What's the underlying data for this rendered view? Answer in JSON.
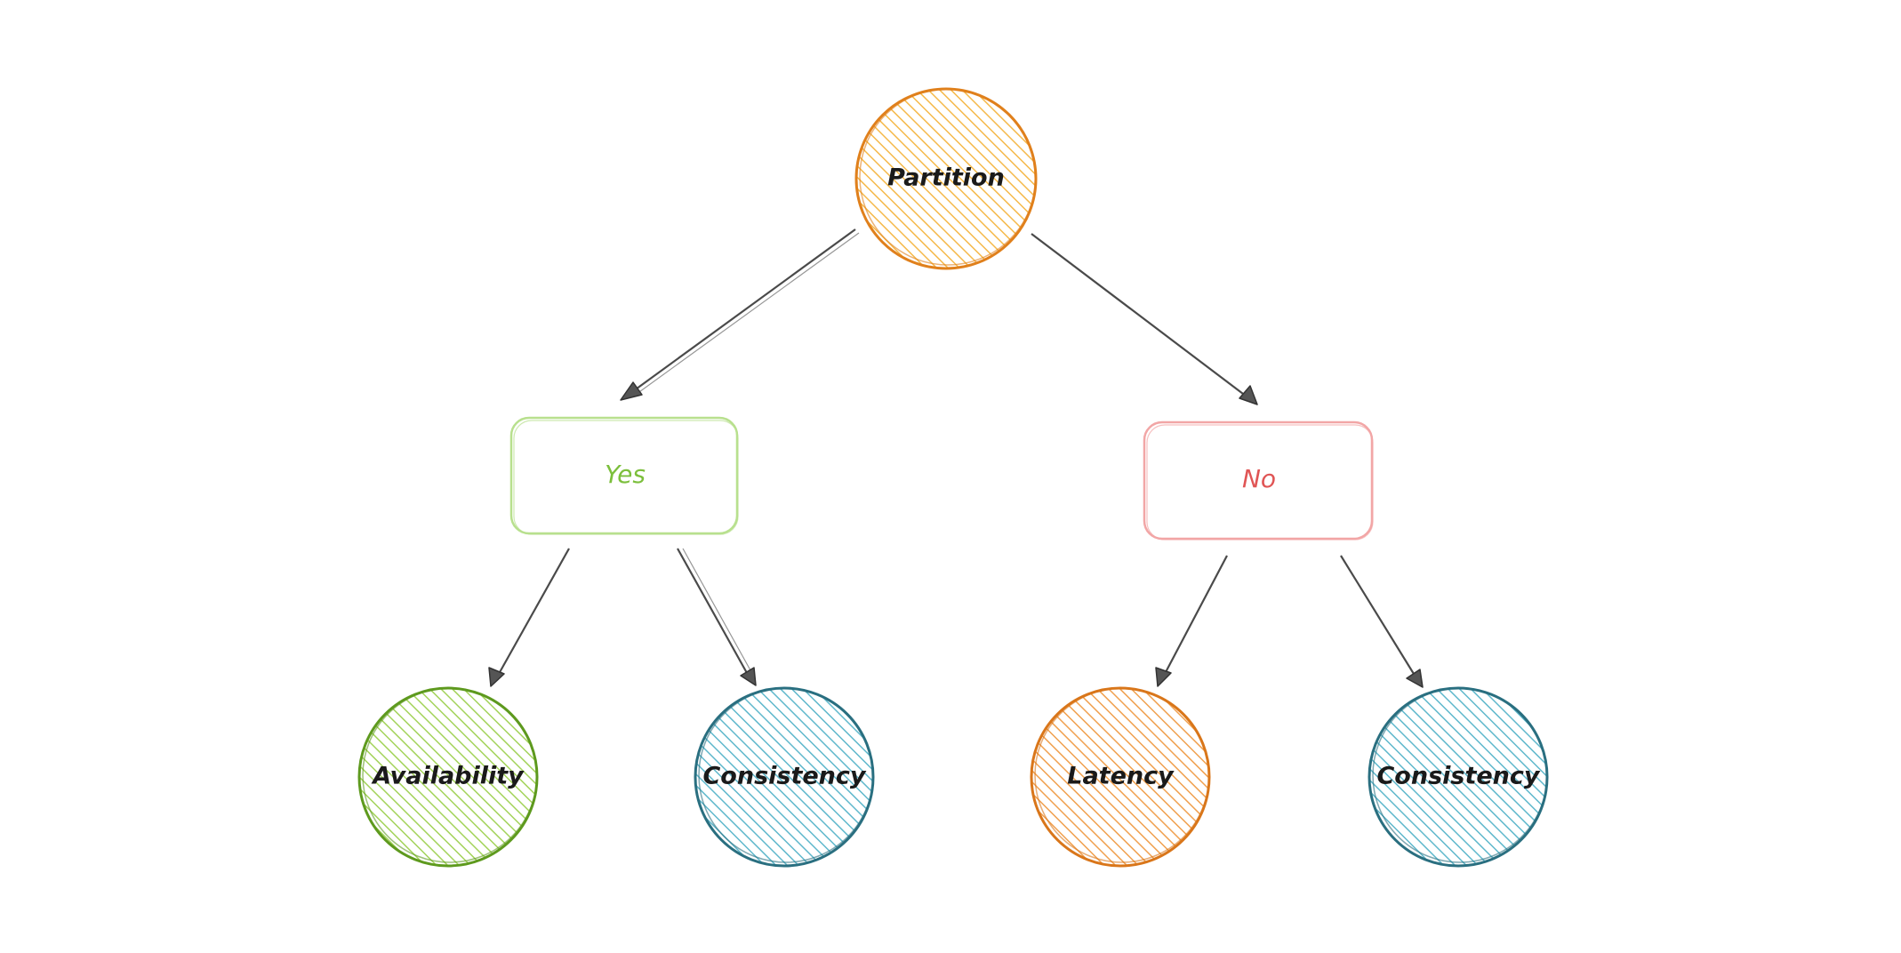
{
  "diagram": {
    "root": {
      "label": "Partition",
      "fill_color": "#f5b94a",
      "stroke_color": "#e0801c"
    },
    "branches": [
      {
        "label": "Yes",
        "text_color": "#7cbf3c",
        "stroke_color": "#b8e08e",
        "children": [
          {
            "label": "Availability",
            "fill_color": "#a3d35a",
            "stroke_color": "#5e9a1e"
          },
          {
            "label": "Consistency",
            "fill_color": "#5fb8cc",
            "stroke_color": "#2a6f80"
          }
        ]
      },
      {
        "label": "No",
        "text_color": "#e05555",
        "stroke_color": "#f2a6a6",
        "children": [
          {
            "label": "Latency",
            "fill_color": "#f0a04e",
            "stroke_color": "#d9761a"
          },
          {
            "label": "Consistency",
            "fill_color": "#5fb8cc",
            "stroke_color": "#2a6f80"
          }
        ]
      }
    ],
    "edge_color": "#4a4a4a"
  }
}
